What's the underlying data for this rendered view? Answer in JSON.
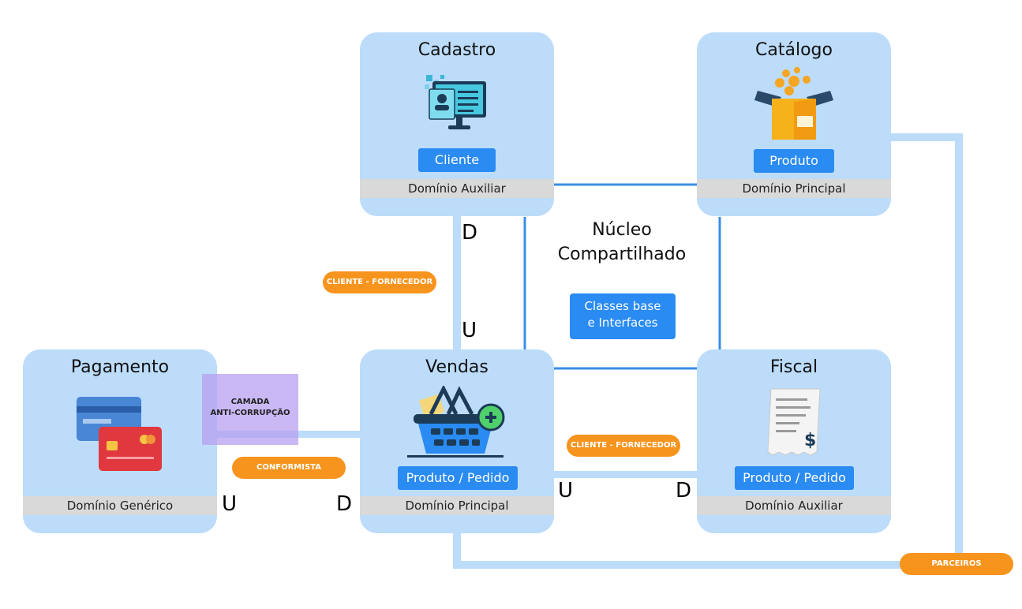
{
  "boxes": {
    "cadastro": {
      "title": "Cadastro",
      "entity": "Cliente",
      "footer": "Domínio Auxiliar",
      "icon": "customer-monitor-icon"
    },
    "catalogo": {
      "title": "Catálogo",
      "entity": "Produto",
      "footer": "Domínio Principal",
      "icon": "product-box-icon"
    },
    "pagamento": {
      "title": "Pagamento",
      "footer": "Domínio Genérico",
      "icon": "credit-cards-icon"
    },
    "vendas": {
      "title": "Vendas",
      "entity": "Produto / Pedido",
      "footer": "Domínio Principal",
      "icon": "shopping-basket-icon"
    },
    "fiscal": {
      "title": "Fiscal",
      "entity": "Produto / Pedido",
      "footer": "Domínio Auxiliar",
      "icon": "invoice-receipt-icon"
    }
  },
  "core": {
    "title_line1": "Núcleo",
    "title_line2": "Compartilhado",
    "box_line1": "Classes base",
    "box_line2": "e Interfaces"
  },
  "anti_corruption": {
    "line1": "CAMADA",
    "line2": "ANTI-CORRUPÇÃO"
  },
  "relations": {
    "cadastro_vendas": "CLIENTE - FORNECEDOR",
    "pagamento_vendas": "CONFORMISTA",
    "vendas_fiscal": "CLIENTE - FORNECEDOR",
    "partners": "PARCEIROS"
  },
  "markers": {
    "cadastro_d": "D",
    "vendas_u_top": "U",
    "pagamento_u": "U",
    "vendas_d_left": "D",
    "vendas_u_right": "U",
    "fiscal_d": "D"
  },
  "colors": {
    "box": "#bcdcfa",
    "line": "#bcdcfa",
    "core_border": "#3a8ee6",
    "accent": "#2a8bf2",
    "pill": "#f7941d",
    "footer": "#d9d9d9"
  }
}
